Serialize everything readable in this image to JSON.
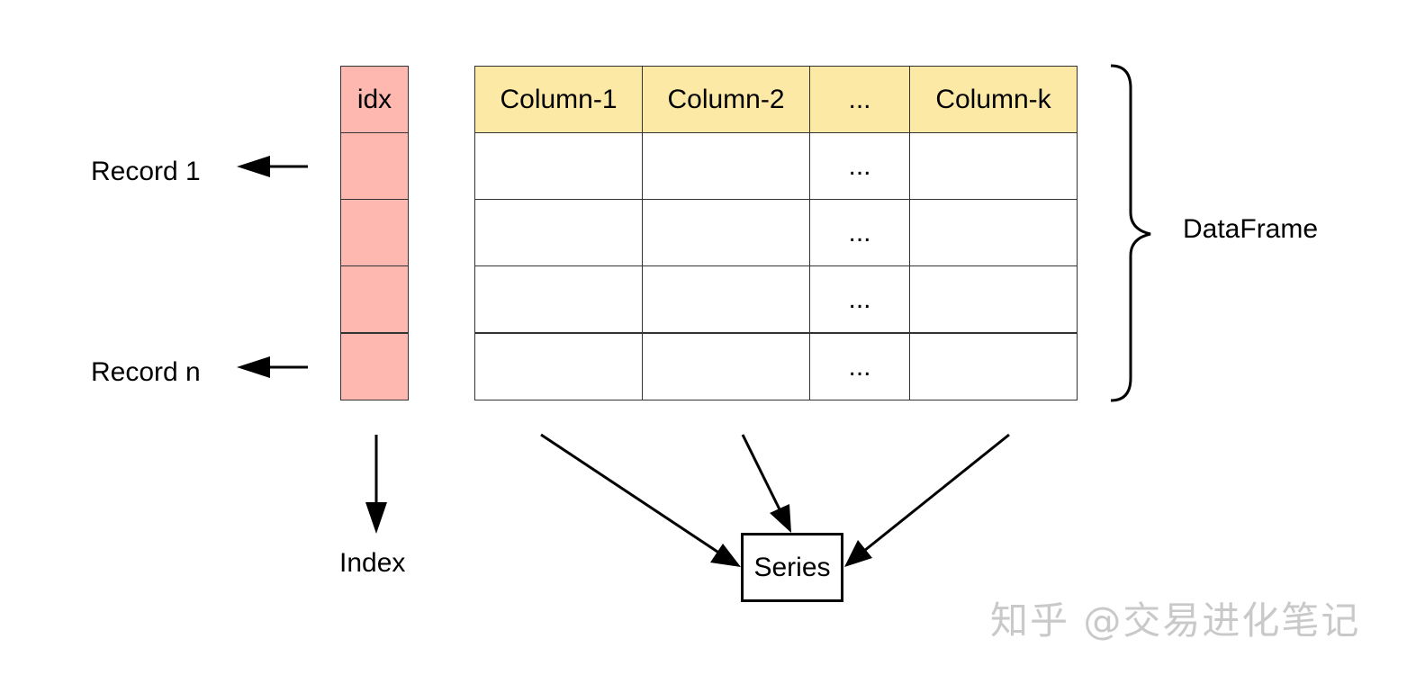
{
  "index_column": {
    "header": "idx",
    "label": "Index"
  },
  "records": {
    "first": "Record 1",
    "last": "Record n"
  },
  "columns": {
    "headers": [
      "Column-1",
      "Column-2",
      "...",
      "Column-k"
    ],
    "ellipsis_rows": [
      "...",
      "...",
      "...",
      "..."
    ]
  },
  "dataframe_label": "DataFrame",
  "series_label": "Series",
  "watermark": "知乎 @交易进化笔记",
  "colors": {
    "index_fill": "#ffb8b0",
    "header_fill": "#fde9a6",
    "border": "#333333"
  }
}
